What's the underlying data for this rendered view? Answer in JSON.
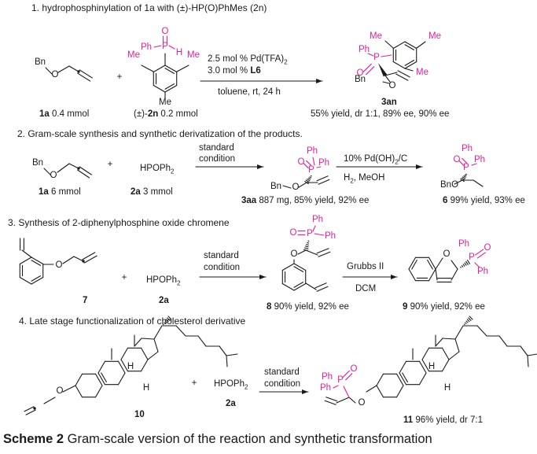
{
  "accent_color": "#e0219a",
  "section1": {
    "heading": "1. hydrophosphinylation of 1a with (±)-HP(O)PhMes (2n)",
    "reagent_label": "1a 0.4 mmol",
    "phosphine_label": "(±)-2n 0.2 mmol",
    "cond1": "2.5 mol % Pd(TFA)2",
    "cond2": "3.0 mol % L6",
    "cond3": "toluene, rt, 24 h",
    "product_label": "3an",
    "product_result": "55% yield, dr 1:1, 89% ee, 90% ee"
  },
  "section2": {
    "heading": "2. Gram-scale synthesis and synthetic derivatization of the products.",
    "reagent_label": "1a 6 mmol",
    "reagent2": "HPOPh2",
    "reagent2_label": "2a 3 mmol",
    "cond1a": "standard",
    "cond1b": "condition",
    "product_label": "3aa 887 mg, 85% yield, 92% ee",
    "cond2a": "10% Pd(OH)2/C",
    "cond2b": "H2, MeOH",
    "product2_label": "6 99% yield, 93% ee"
  },
  "section3": {
    "heading": "3. Synthesis of 2-diphenylphosphine oxide chromene",
    "reagent_label": "7",
    "reagent2": "HPOPh2",
    "reagent2_label": "2a",
    "cond1a": "standard",
    "cond1b": "condition",
    "product_label": "8 90% yield, 92% ee",
    "cond2a": "Grubbs II",
    "cond2b": "DCM",
    "product2_label": "9 90% yield, 92% ee"
  },
  "section4": {
    "heading": "4. Late stage functionalization of cholesterol derivative",
    "reagent_label": "10",
    "reagent2": "HPOPh2",
    "reagent2_label": "2a",
    "cond1a": "standard",
    "cond1b": "condition",
    "product_label": "11 96% yield, dr 7:1"
  },
  "caption": {
    "bold": "Scheme 2",
    "rest": " Gram-scale version of the reaction and synthetic transformation"
  },
  "atoms": {
    "bn": "Bn",
    "o": "O",
    "p": "P",
    "h": "H",
    "ph": "Ph",
    "me": "Me",
    "bno": "BnO",
    "plus": "+"
  }
}
